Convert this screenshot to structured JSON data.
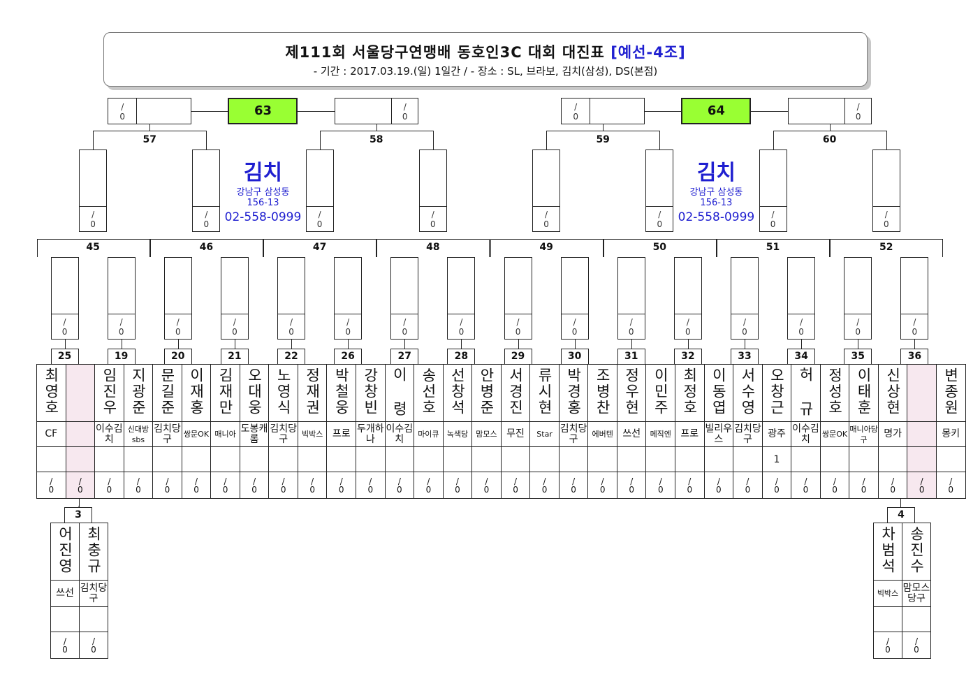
{
  "header": {
    "title": "제111회 서울당구연맹배 동호인3C 대회 대진표",
    "title_tag": "[예선-4조]",
    "subtitle": "- 기간 : 2017.03.19.(일) 1일간 / - 장소 : SL, 브라보, 김치(삼성), DS(본점)"
  },
  "slash": "/",
  "zero": "0",
  "venue": {
    "name": "김치",
    "addr1": "강남구 삼성동",
    "addr2": "156-13",
    "phone": "02-558-0999"
  },
  "finals": [
    "63",
    "64"
  ],
  "semis": [
    "57",
    "58",
    "59",
    "60"
  ],
  "quarters": [
    "45",
    "46",
    "47",
    "48",
    "49",
    "50",
    "51",
    "52"
  ],
  "rounds": [
    "25",
    "19",
    "20",
    "21",
    "22",
    "26",
    "27",
    "28",
    "29",
    "30",
    "31",
    "32",
    "33",
    "34",
    "35",
    "36"
  ],
  "players": [
    {
      "name": "최영호",
      "club": "CF",
      "score": ""
    },
    {
      "name": "",
      "club": "",
      "score": ""
    },
    {
      "name": "임진우",
      "club": "이수김치",
      "score": ""
    },
    {
      "name": "지광준",
      "club": "신대방sbs",
      "score": ""
    },
    {
      "name": "문길준",
      "club": "김치당구",
      "score": ""
    },
    {
      "name": "이재홍",
      "club": "쌍문OK",
      "score": ""
    },
    {
      "name": "김재만",
      "club": "매니아",
      "score": ""
    },
    {
      "name": "오대웅",
      "club": "도봉캐롬",
      "score": ""
    },
    {
      "name": "노영식",
      "club": "김치당구",
      "score": ""
    },
    {
      "name": "정재권",
      "club": "빅박스",
      "score": ""
    },
    {
      "name": "박철웅",
      "club": "프로",
      "score": ""
    },
    {
      "name": "강창빈",
      "club": "두개하나",
      "score": ""
    },
    {
      "name": "이 령",
      "club": "이수김치",
      "score": ""
    },
    {
      "name": "송선호",
      "club": "마이큐",
      "score": ""
    },
    {
      "name": "선창석",
      "club": "녹색당",
      "score": ""
    },
    {
      "name": "안병준",
      "club": "맘모스",
      "score": ""
    },
    {
      "name": "서경진",
      "club": "무진",
      "score": ""
    },
    {
      "name": "류시현",
      "club": "Star",
      "score": ""
    },
    {
      "name": "박경홍",
      "club": "김치당구",
      "score": ""
    },
    {
      "name": "조병찬",
      "club": "에버텐",
      "score": ""
    },
    {
      "name": "정우현",
      "club": "쓰선",
      "score": ""
    },
    {
      "name": "이민주",
      "club": "메직엔",
      "score": ""
    },
    {
      "name": "최정호",
      "club": "프로",
      "score": ""
    },
    {
      "name": "이동엽",
      "club": "빌리우스",
      "score": ""
    },
    {
      "name": "서수영",
      "club": "김치당구",
      "score": ""
    },
    {
      "name": "오창근",
      "club": "광주",
      "score": "1"
    },
    {
      "name": "허 규",
      "club": "이수김치",
      "score": ""
    },
    {
      "name": "정성호",
      "club": "쌍문OK",
      "score": ""
    },
    {
      "name": "이태훈",
      "club": "매니아당구",
      "score": ""
    },
    {
      "name": "신상현",
      "club": "명가",
      "score": ""
    },
    {
      "name": "",
      "club": "",
      "score": ""
    },
    {
      "name": "변종원",
      "club": "몽키",
      "score": ""
    }
  ],
  "prelims": [
    {
      "number": "3",
      "players": [
        {
          "name": "어진영",
          "club": "쓰선"
        },
        {
          "name": "최충규",
          "club": "김치당구"
        }
      ]
    },
    {
      "number": "4",
      "players": [
        {
          "name": "차범석",
          "club": "빅박스"
        },
        {
          "name": "송진수",
          "club": "맘모스당구"
        }
      ]
    }
  ]
}
